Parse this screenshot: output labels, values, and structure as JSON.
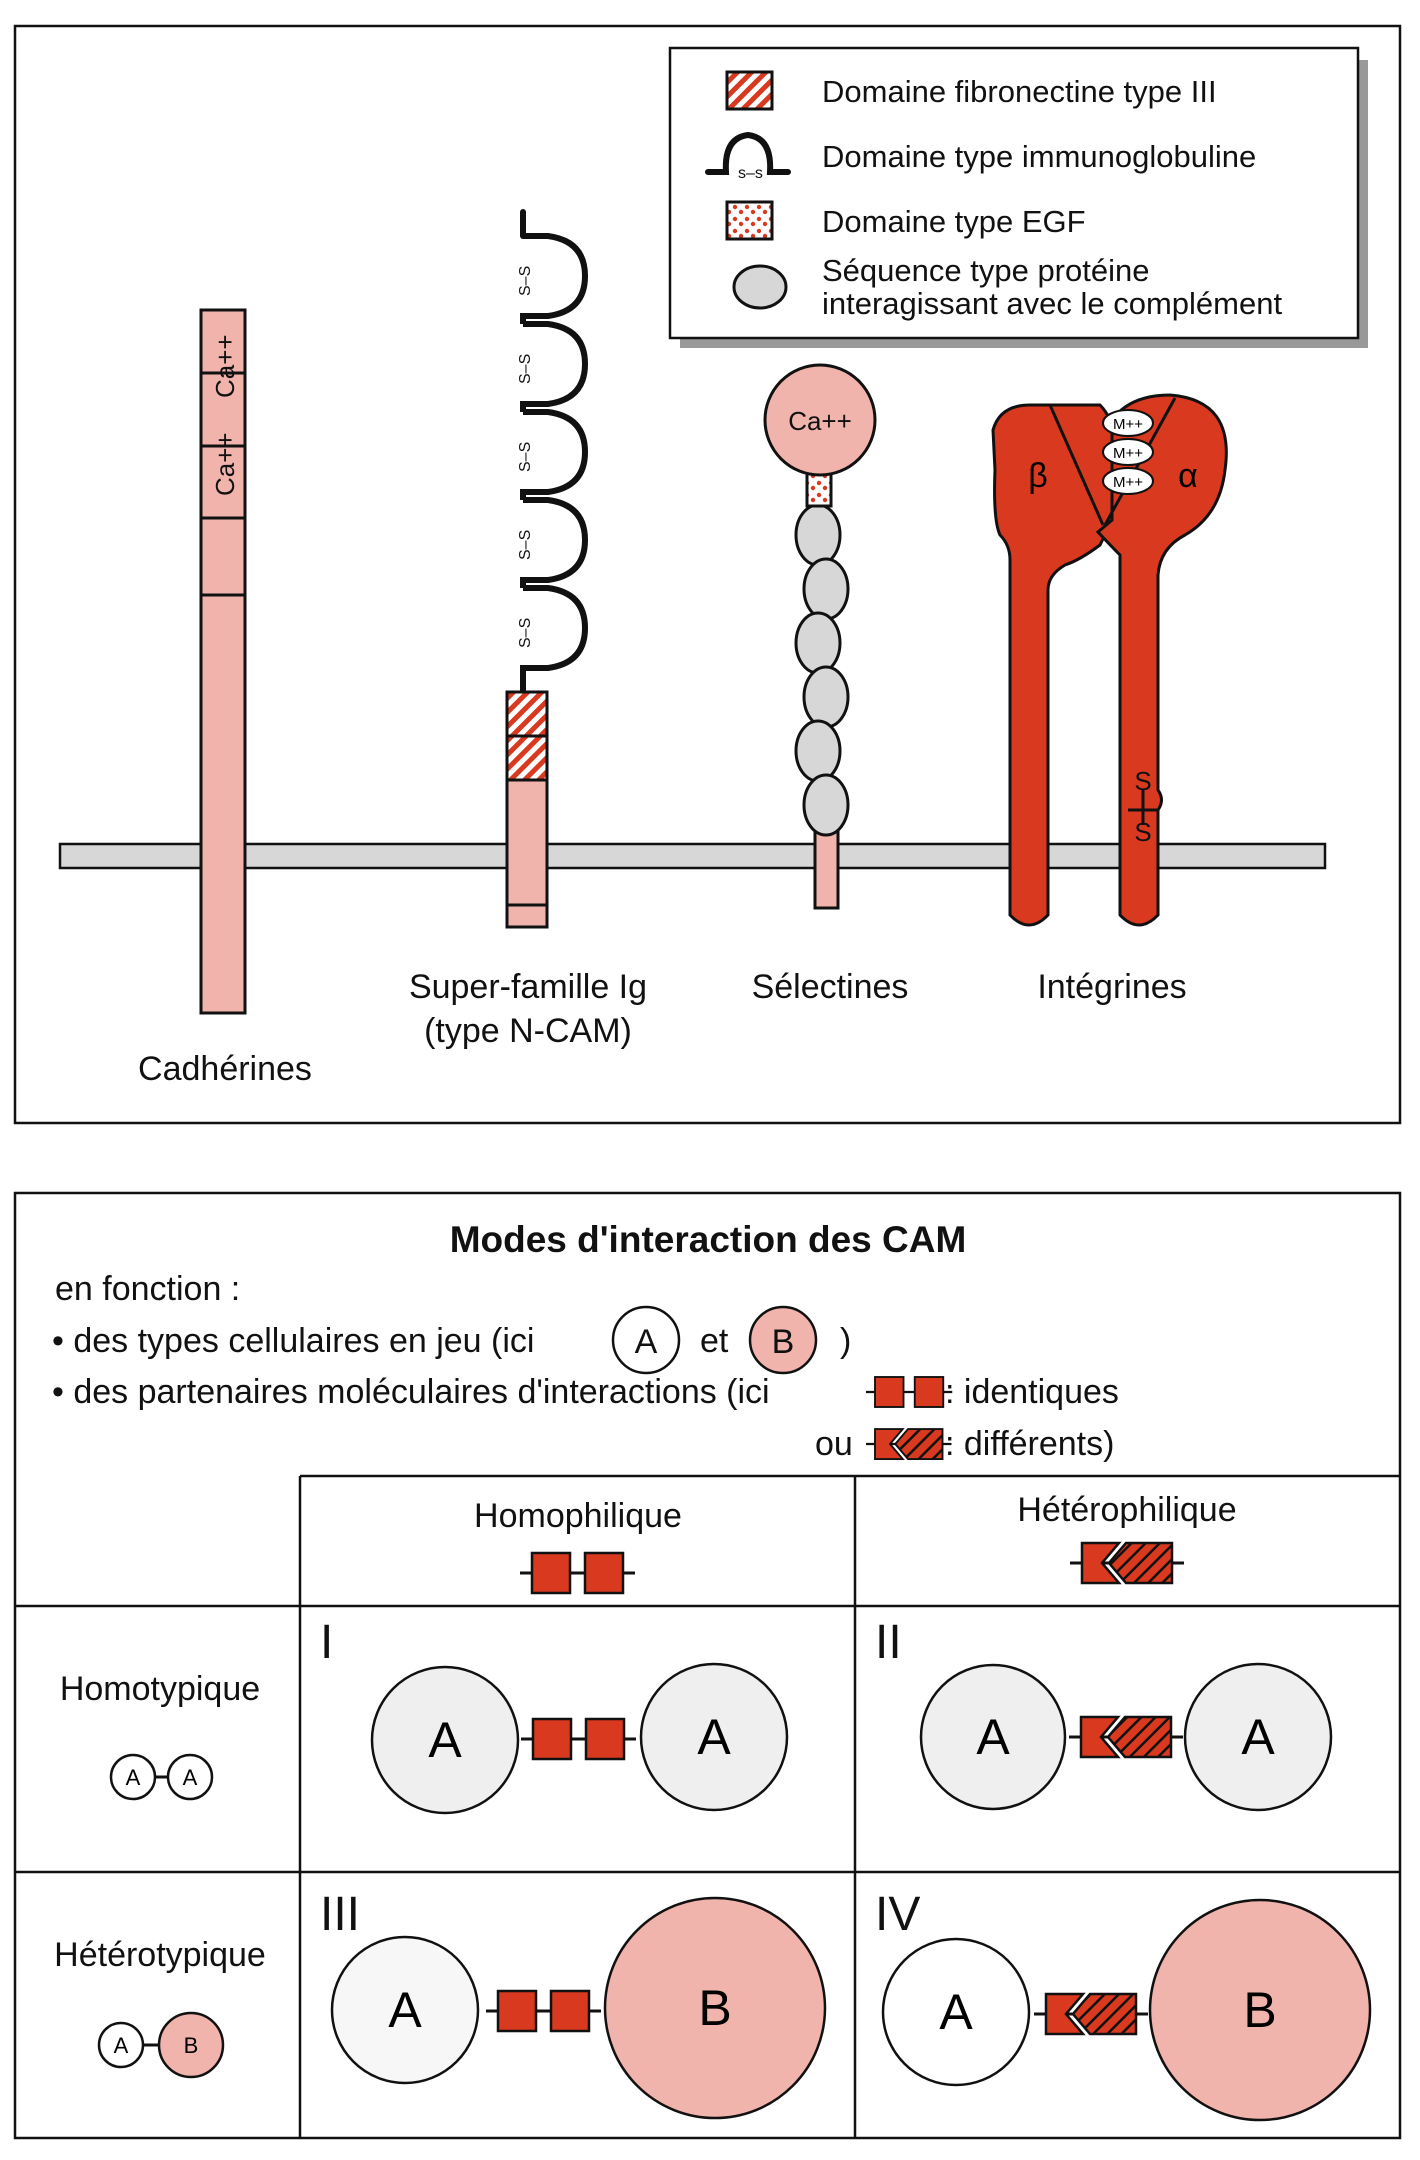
{
  "colors": {
    "red": "#d8391f",
    "pink": "#f0b4ac",
    "grey": "#d7d7d7",
    "pale": "#efefef",
    "ink": "#111111"
  },
  "legend": {
    "items": [
      {
        "icon": "fibronectin-hatched-box",
        "label": "Domaine fibronectine type III"
      },
      {
        "icon": "immunoglobulin-loop",
        "label": "Domaine type immunoglobuline",
        "icon_text": "s–s"
      },
      {
        "icon": "egf-dotted-box",
        "label": "Domaine type EGF"
      },
      {
        "icon": "grey-ellipse",
        "label_line1": "Séquence type protéine",
        "label_line2": "interagissant avec le complément"
      }
    ]
  },
  "molecules": {
    "cadherins": {
      "label": "Cadhérines",
      "domain_text": "Ca++"
    },
    "ig_superfamily": {
      "label_line1": "Super-famille Ig",
      "label_line2": "(type N-CAM)",
      "disulfide": "S–S",
      "loop_count": 5
    },
    "selectins": {
      "label": "Sélectines",
      "head_text": "Ca++",
      "ellipse_count": 6
    },
    "integrins": {
      "label": "Intégrines",
      "beta": "β",
      "alpha": "α",
      "metal": "M++",
      "disulfide_s": "S"
    }
  },
  "modes": {
    "title": "Modes d'interaction des CAM",
    "intro": "en fonction :",
    "bullet1_pre": "• des types cellulaires en jeu (ici",
    "bullet1_and": "et",
    "bullet1_close": ")",
    "bullet2_pre": "• des partenaires moléculaires d'interactions (ici",
    "identical": ": identiques",
    "or": "ou",
    "different": ": différents)",
    "cell_a": "A",
    "cell_b": "B",
    "columns": [
      "Homophilique",
      "Hétérophilique"
    ],
    "rows": [
      "Homotypique",
      "Hétérotypique"
    ],
    "cells": [
      {
        "numeral": "I",
        "left": "A",
        "right": "A",
        "binding": "identical"
      },
      {
        "numeral": "II",
        "left": "A",
        "right": "A",
        "binding": "different"
      },
      {
        "numeral": "III",
        "left": "A",
        "right": "B",
        "binding": "identical"
      },
      {
        "numeral": "IV",
        "left": "A",
        "right": "B",
        "binding": "different"
      }
    ]
  }
}
